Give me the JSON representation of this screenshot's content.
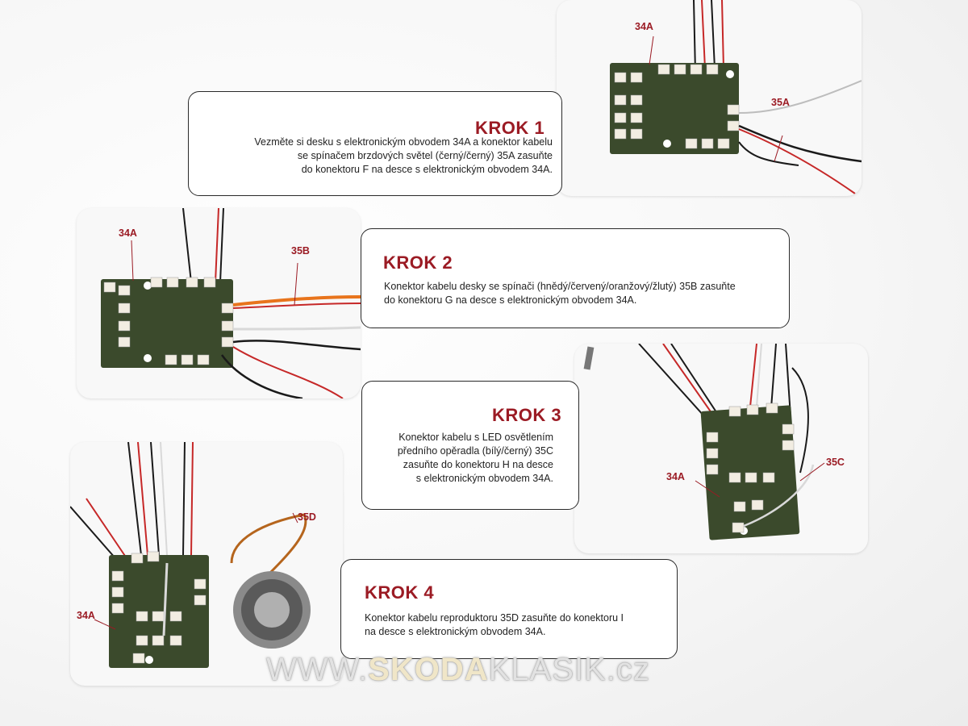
{
  "steps": [
    {
      "title": "KROK 1",
      "lines": [
        "Vezměte si desku s elektronickým obvodem 34A a konektor kabelu",
        "se spínačem brzdových světel (černý/černý) 35A zasuňte",
        "do konektoru F na desce s elektronickým obvodem 34A."
      ]
    },
    {
      "title": "KROK 2",
      "lines": [
        "Konektor kabelu desky se spínači (hnědý/červený/oranžový/žlutý) 35B zasuňte",
        "do konektoru G na desce s elektronickým obvodem 34A."
      ]
    },
    {
      "title": "KROK 3",
      "lines": [
        "Konektor kabelu s LED osvětlením",
        "předního opěradla (bílý/černý) 35C",
        "zasuňte do konektoru H na desce",
        "s elektronickým obvodem 34A."
      ]
    },
    {
      "title": "KROK 4",
      "lines": [
        "Konektor kabelu reproduktoru 35D zasuňte do konektoru I",
        "na desce s elektronickým obvodem 34A."
      ]
    }
  ],
  "callouts": {
    "photo1_board": "34A",
    "photo1_cable": "35A",
    "photo2_board": "34A",
    "photo2_cable": "35B",
    "photo3_board": "34A",
    "photo3_cable": "35C",
    "photo4_board": "34A",
    "photo4_speaker": "35D"
  },
  "watermark": {
    "prefix": "WWW.",
    "brand": "SKODA",
    "suffix": "KLASIK.cz"
  },
  "colors": {
    "accent_red": "#9b1b24",
    "board_green": "#3b4a2c",
    "connector_white": "#f2ede2",
    "wire_red": "#c62828",
    "wire_orange": "#e8741c",
    "wire_black": "#1a1a1a"
  }
}
